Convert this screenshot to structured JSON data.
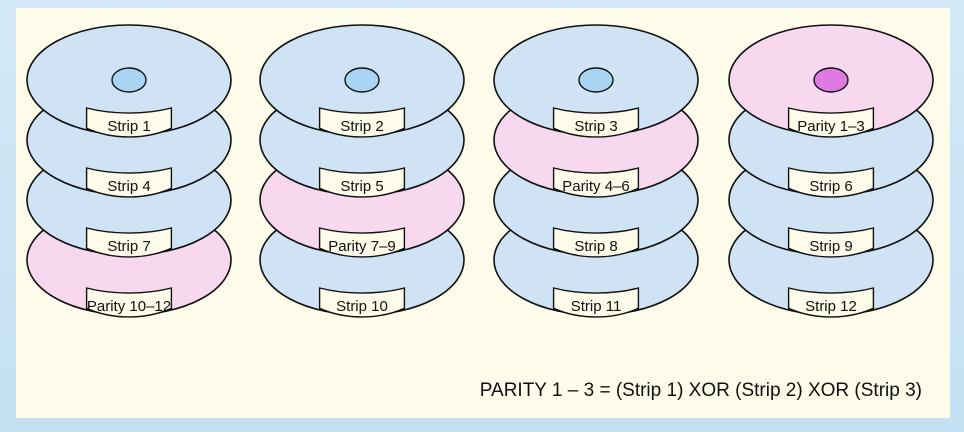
{
  "colors": {
    "data_platter": "#cfe3f4",
    "parity_platter": "#f7d8ef",
    "data_hub": "#a9d4f2",
    "parity_hub": "#e07ae3",
    "label_band": "#fdfbe9",
    "outline": "#111111"
  },
  "disks": [
    {
      "platters": [
        {
          "label": "Strip 1",
          "kind": "data"
        },
        {
          "label": "Strip 4",
          "kind": "data"
        },
        {
          "label": "Strip 7",
          "kind": "data"
        },
        {
          "label": "Parity 10–12",
          "kind": "parity"
        }
      ]
    },
    {
      "platters": [
        {
          "label": "Strip 2",
          "kind": "data"
        },
        {
          "label": "Strip 5",
          "kind": "data"
        },
        {
          "label": "Parity 7–9",
          "kind": "parity"
        },
        {
          "label": "Strip 10",
          "kind": "data"
        }
      ]
    },
    {
      "platters": [
        {
          "label": "Strip 3",
          "kind": "data"
        },
        {
          "label": "Parity 4–6",
          "kind": "parity"
        },
        {
          "label": "Strip 8",
          "kind": "data"
        },
        {
          "label": "Strip 11",
          "kind": "data"
        }
      ]
    },
    {
      "platters": [
        {
          "label": "Parity 1–3",
          "kind": "parity"
        },
        {
          "label": "Strip 6",
          "kind": "data"
        },
        {
          "label": "Strip 9",
          "kind": "data"
        },
        {
          "label": "Strip 12",
          "kind": "data"
        }
      ]
    }
  ],
  "formula": "PARITY 1 – 3 = (Strip 1) XOR (Strip 2) XOR (Strip 3)"
}
